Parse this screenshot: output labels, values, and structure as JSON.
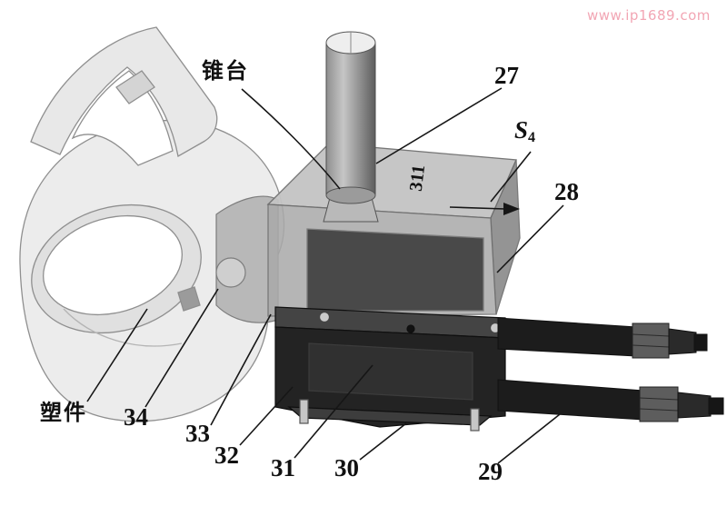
{
  "meta": {
    "watermark_color": "#f2a6b4",
    "line_color": "#161616"
  },
  "watermark": {
    "text": "www.ip1689.com"
  },
  "labels": {
    "cone_frustum": "锥台",
    "plastic_part": "塑件",
    "n27": "27",
    "n28": "28",
    "n29": "29",
    "n30": "30",
    "n31": "31",
    "n32": "32",
    "n33": "33",
    "n34": "34",
    "n311": "311",
    "s4": {
      "base": "S",
      "sub": "4"
    }
  }
}
